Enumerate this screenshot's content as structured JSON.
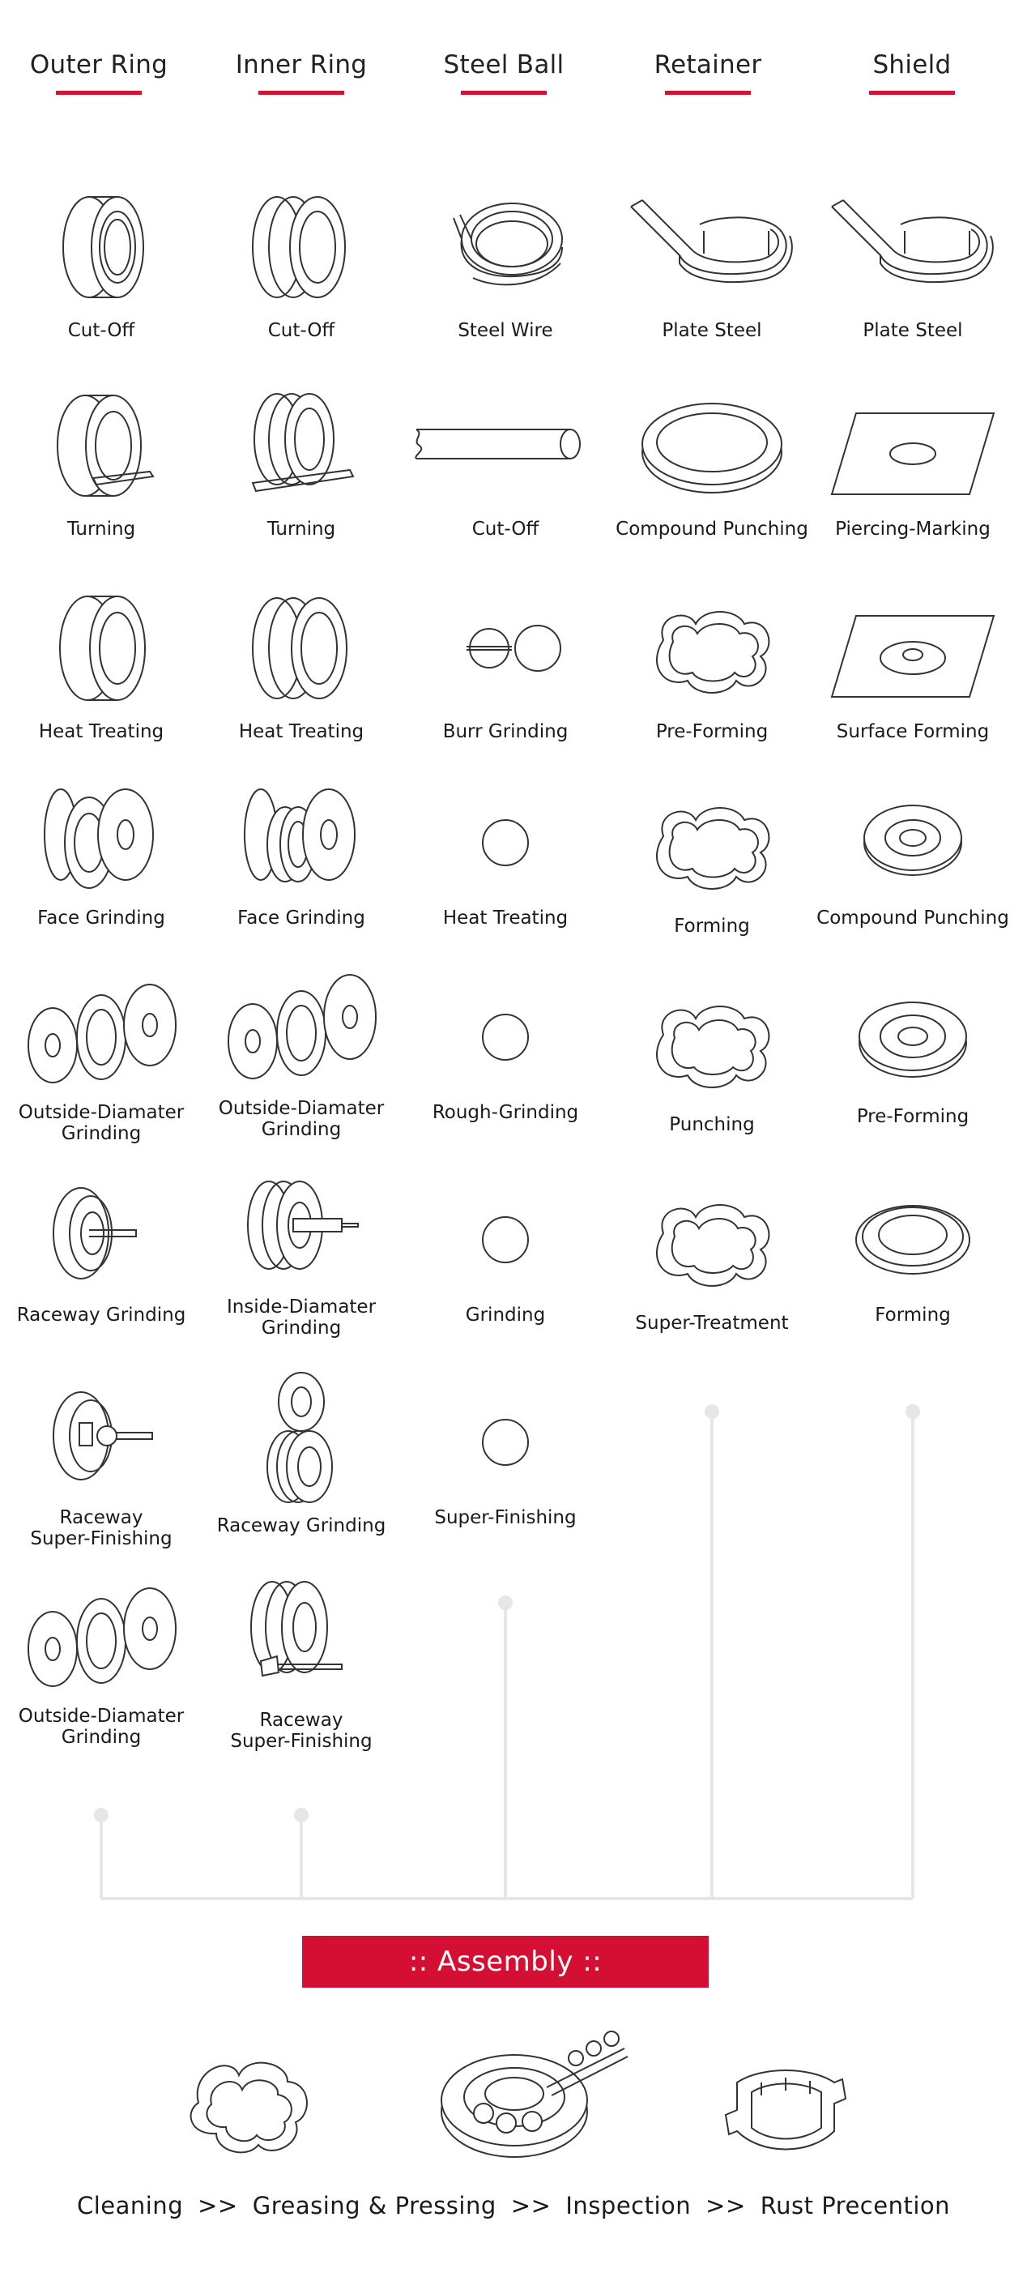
{
  "headers": [
    "Outer Ring",
    "Inner Ring",
    "Steel Ball",
    "Retainer",
    "Shield"
  ],
  "columns": [
    {
      "name": "outer-ring",
      "steps": [
        "Cut-Off",
        "Turning",
        "Heat Treating",
        "Face Grinding",
        "Outside-Diamater\nGrinding",
        "Raceway Grinding",
        "Raceway\nSuper-Finishing",
        "Outside-Diamater\nGrinding"
      ]
    },
    {
      "name": "inner-ring",
      "steps": [
        "Cut-Off",
        "Turning",
        "Heat Treating",
        "Face Grinding",
        "Outside-Diamater\nGrinding",
        "Inside-Diamater\nGrinding",
        "Raceway Grinding",
        "Raceway\nSuper-Finishing"
      ]
    },
    {
      "name": "steel-ball",
      "steps": [
        "Steel Wire",
        "Cut-Off",
        "Burr Grinding",
        "Heat Treating",
        "Rough-Grinding",
        "Grinding",
        "Super-Finishing"
      ]
    },
    {
      "name": "retainer",
      "steps": [
        "Plate Steel",
        "Compound Punching",
        "Pre-Forming",
        "Forming",
        "Punching",
        "Super-Treatment"
      ]
    },
    {
      "name": "shield",
      "steps": [
        "Plate Steel",
        "Piercing-Marking",
        "Surface Forming",
        "Compound Punching",
        "Pre-Forming",
        "Forming"
      ]
    }
  ],
  "assembly": {
    "label": ":: Assembly ::",
    "steps": [
      "Cleaning",
      "Greasing & Pressing",
      "Inspection",
      "Rust Precention"
    ],
    "separator": ">>"
  },
  "colors": {
    "accent": "#d3132f",
    "connector": "#e6e6e6",
    "line": "#333333"
  }
}
